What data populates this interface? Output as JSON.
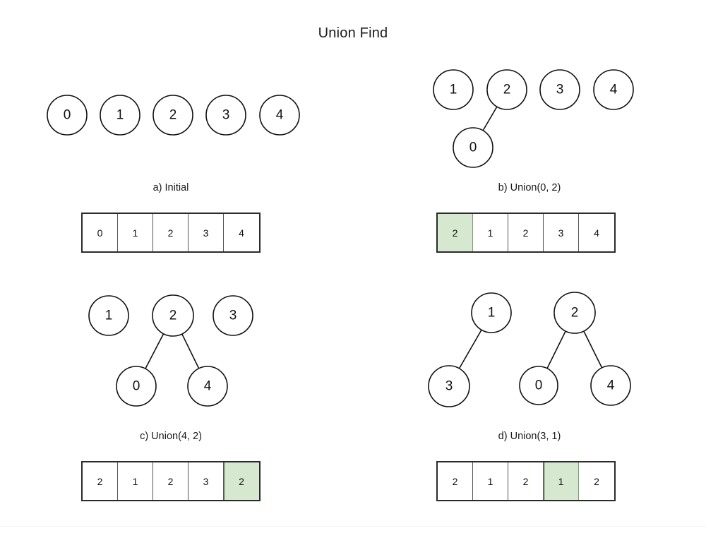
{
  "title": "Union Find",
  "colors": {
    "highlight_fill": "#d7e8d0",
    "highlight_border": "#7a9a72",
    "node_stroke": "#111111",
    "array_border": "#2b2b2b",
    "background": "#ffffff"
  },
  "panels": [
    {
      "id": "a",
      "caption": "a) Initial",
      "nodes": [
        {
          "label": "0"
        },
        {
          "label": "1"
        },
        {
          "label": "2"
        },
        {
          "label": "3"
        },
        {
          "label": "4"
        }
      ],
      "edges": [],
      "array": {
        "values": [
          "0",
          "1",
          "2",
          "3",
          "4"
        ],
        "highlight_index": -1
      }
    },
    {
      "id": "b",
      "caption": "b) Union(0, 2)",
      "nodes": [
        {
          "label": "1"
        },
        {
          "label": "2"
        },
        {
          "label": "3"
        },
        {
          "label": "4"
        },
        {
          "label": "0"
        }
      ],
      "edges": [
        {
          "from": "0",
          "to": "2"
        }
      ],
      "array": {
        "values": [
          "2",
          "1",
          "2",
          "3",
          "4"
        ],
        "highlight_index": 0
      }
    },
    {
      "id": "c",
      "caption": "c) Union(4, 2)",
      "nodes": [
        {
          "label": "1"
        },
        {
          "label": "2"
        },
        {
          "label": "3"
        },
        {
          "label": "0"
        },
        {
          "label": "4"
        }
      ],
      "edges": [
        {
          "from": "0",
          "to": "2"
        },
        {
          "from": "4",
          "to": "2"
        }
      ],
      "array": {
        "values": [
          "2",
          "1",
          "2",
          "3",
          "2"
        ],
        "highlight_index": 4
      }
    },
    {
      "id": "d",
      "caption": "d) Union(3, 1)",
      "nodes": [
        {
          "label": "1"
        },
        {
          "label": "2"
        },
        {
          "label": "3"
        },
        {
          "label": "0"
        },
        {
          "label": "4"
        }
      ],
      "edges": [
        {
          "from": "3",
          "to": "1"
        },
        {
          "from": "0",
          "to": "2"
        },
        {
          "from": "4",
          "to": "2"
        }
      ],
      "array": {
        "values": [
          "2",
          "1",
          "2",
          "1",
          "2"
        ],
        "highlight_index": 3
      }
    }
  ]
}
